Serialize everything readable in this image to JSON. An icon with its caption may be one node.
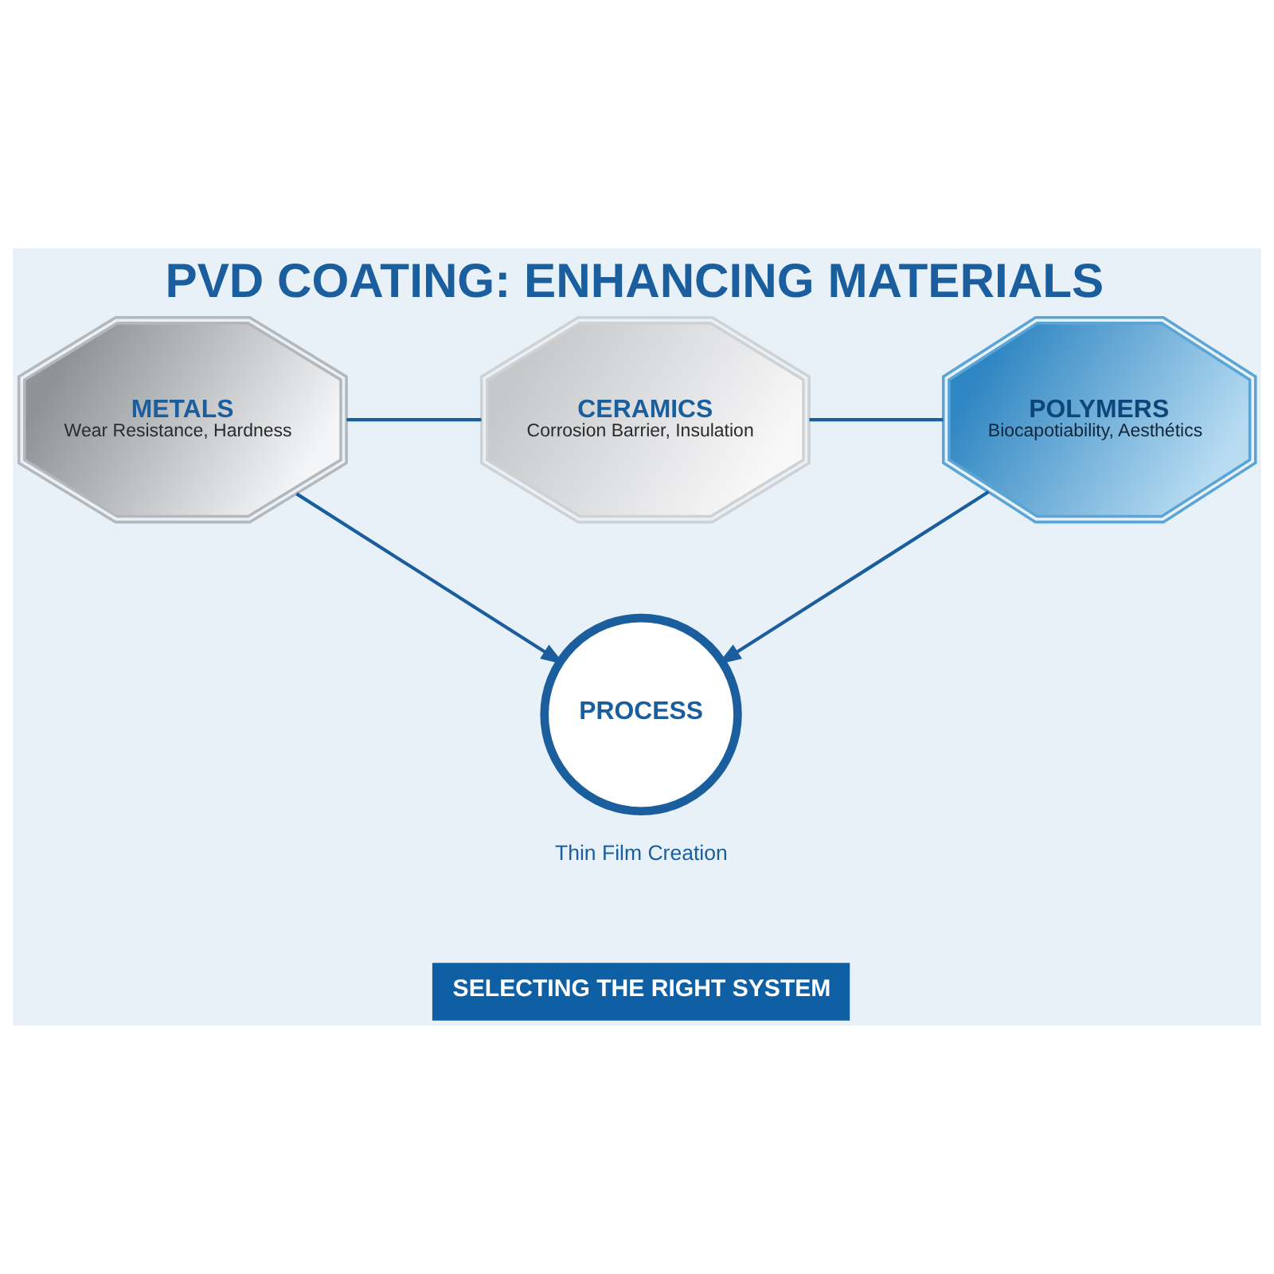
{
  "diagram": {
    "title": "PVD COATING: ENHANCING MATERIALS",
    "nodes": [
      {
        "text": [
          "METALS",
          "Wear Resistance, Hardness"
        ]
      },
      {
        "text": [
          "CERAMICS",
          "Corrosion Barrier, Insulation"
        ]
      },
      {
        "text": [
          "POLYMERS",
          "Biocapotiability, Aesthétics"
        ]
      },
      {
        "text": [
          "PROCESS"
        ],
        "beside": [
          "Thin Film Creation"
        ]
      },
      {
        "text": [
          "SELECTING THE RIGHT SYSTEM"
        ]
      }
    ],
    "edges": [
      {
        "from": 0,
        "to": 1,
        "arrow": "none"
      },
      {
        "from": 1,
        "to": 2,
        "arrow": "none"
      },
      {
        "from": 0,
        "to": 3,
        "arrow": "to"
      },
      {
        "from": 2,
        "to": 3,
        "arrow": "to"
      }
    ]
  }
}
